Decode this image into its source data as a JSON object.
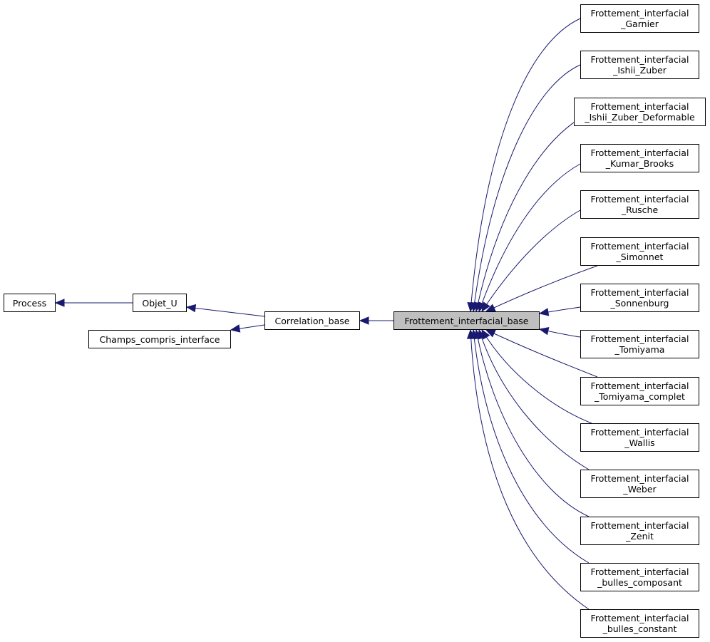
{
  "colors": {
    "edge": "#191970",
    "node_border": "#000000",
    "current_fill": "#bfbfbf",
    "background": "#ffffff"
  },
  "nodes": {
    "process": {
      "line1": "Process"
    },
    "objet_u": {
      "line1": "Objet_U"
    },
    "champs": {
      "line1": "Champs_compris_interface"
    },
    "correlation": {
      "line1": "Correlation_base"
    },
    "base": {
      "line1": "Frottement_interfacial_base"
    },
    "children": [
      {
        "line1": "Frottement_interfacial",
        "line2": "_Garnier"
      },
      {
        "line1": "Frottement_interfacial",
        "line2": "_Ishii_Zuber"
      },
      {
        "line1": "Frottement_interfacial",
        "line2": "_Ishii_Zuber_Deformable"
      },
      {
        "line1": "Frottement_interfacial",
        "line2": "_Kumar_Brooks"
      },
      {
        "line1": "Frottement_interfacial",
        "line2": "_Rusche"
      },
      {
        "line1": "Frottement_interfacial",
        "line2": "_Simonnet"
      },
      {
        "line1": "Frottement_interfacial",
        "line2": "_Sonnenburg"
      },
      {
        "line1": "Frottement_interfacial",
        "line2": "_Tomiyama"
      },
      {
        "line1": "Frottement_interfacial",
        "line2": "_Tomiyama_complet"
      },
      {
        "line1": "Frottement_interfacial",
        "line2": "_Wallis"
      },
      {
        "line1": "Frottement_interfacial",
        "line2": "_Weber"
      },
      {
        "line1": "Frottement_interfacial",
        "line2": "_Zenit"
      },
      {
        "line1": "Frottement_interfacial",
        "line2": "_bulles_composant"
      },
      {
        "line1": "Frottement_interfacial",
        "line2": "_bulles_constant"
      }
    ]
  }
}
